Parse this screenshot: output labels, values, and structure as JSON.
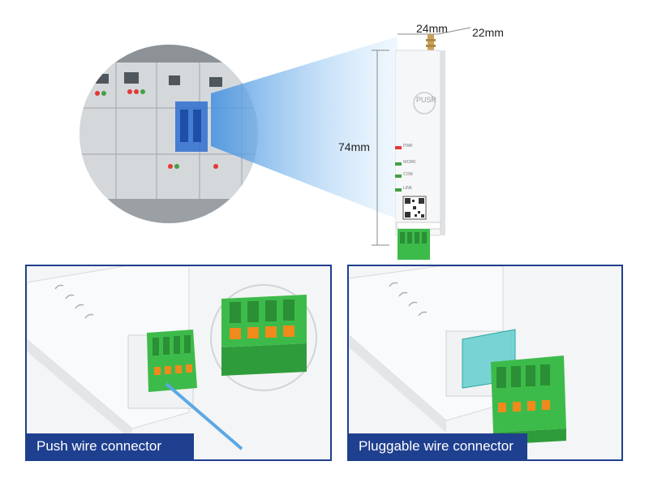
{
  "dimensions": {
    "width_label": "24mm",
    "depth_label": "22mm",
    "height_label": "74mm"
  },
  "device": {
    "brand": "PUSR",
    "leds": [
      "PWR",
      "WORK",
      "COM",
      "LINK"
    ]
  },
  "panels": {
    "left_caption": "Push wire connector",
    "right_caption": "Pluggable wire connector"
  },
  "colors": {
    "panel_border": "#1f3f8f",
    "connector_green": "#3dbb4a",
    "push_tab_orange": "#f08a1c",
    "beam_blue": "#7fc3f0"
  }
}
